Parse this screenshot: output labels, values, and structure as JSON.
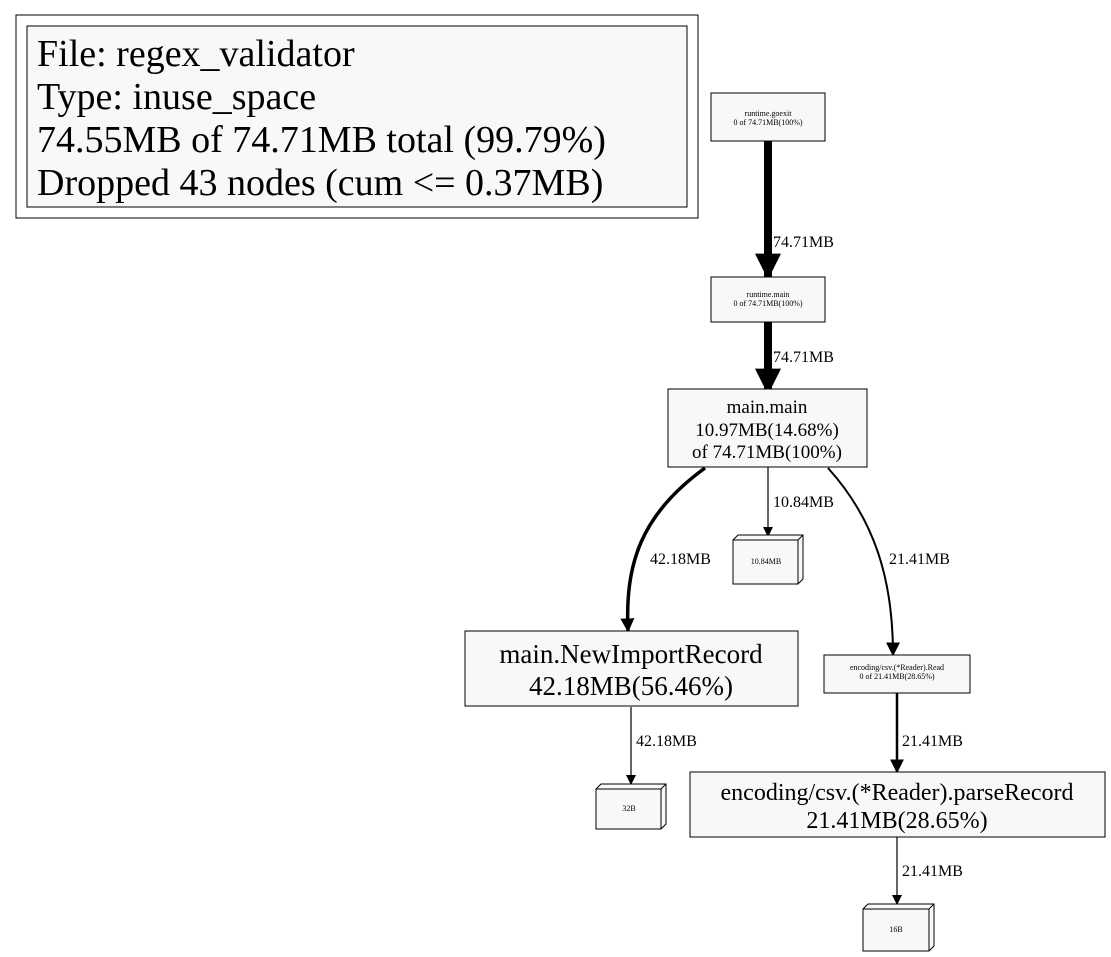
{
  "legend": {
    "file": "File: regex_validator",
    "type": "Type: inuse_space",
    "total": "74.55MB of 74.71MB total (99.79%)",
    "dropped": "Dropped 43 nodes (cum <= 0.37MB)"
  },
  "nodes": {
    "goexit": {
      "name": "runtime.goexit",
      "stat": "0 of 74.71MB(100%)"
    },
    "runtime_main": {
      "name": "runtime.main",
      "stat": "0 of 74.71MB(100%)"
    },
    "main_main": {
      "name": "main.main",
      "flat": "10.97MB(14.68%)",
      "cum": "of 74.71MB(100%)"
    },
    "new_import": {
      "name": "main.NewImportRecord",
      "flat": "42.18MB(56.46%)"
    },
    "csv_read": {
      "name": "encoding/csv.(*Reader).Read",
      "stat": "0 of 21.41MB(28.65%)"
    },
    "parse_record": {
      "name": "encoding/csv.(*Reader).parseRecord",
      "flat": "21.41MB(28.65%)"
    }
  },
  "alloc_boxes": {
    "main_alloc": "10.84MB",
    "import_alloc": "32B",
    "parse_alloc": "16B"
  },
  "edges": {
    "goexit_to_runtime_main": "74.71MB",
    "runtime_main_to_main": "74.71MB",
    "main_to_alloc": "10.84MB",
    "main_to_new_import": "42.18MB",
    "main_to_csv_read": "21.41MB",
    "new_import_to_alloc": "42.18MB",
    "csv_read_to_parse": "21.41MB",
    "parse_to_alloc": "21.41MB"
  }
}
